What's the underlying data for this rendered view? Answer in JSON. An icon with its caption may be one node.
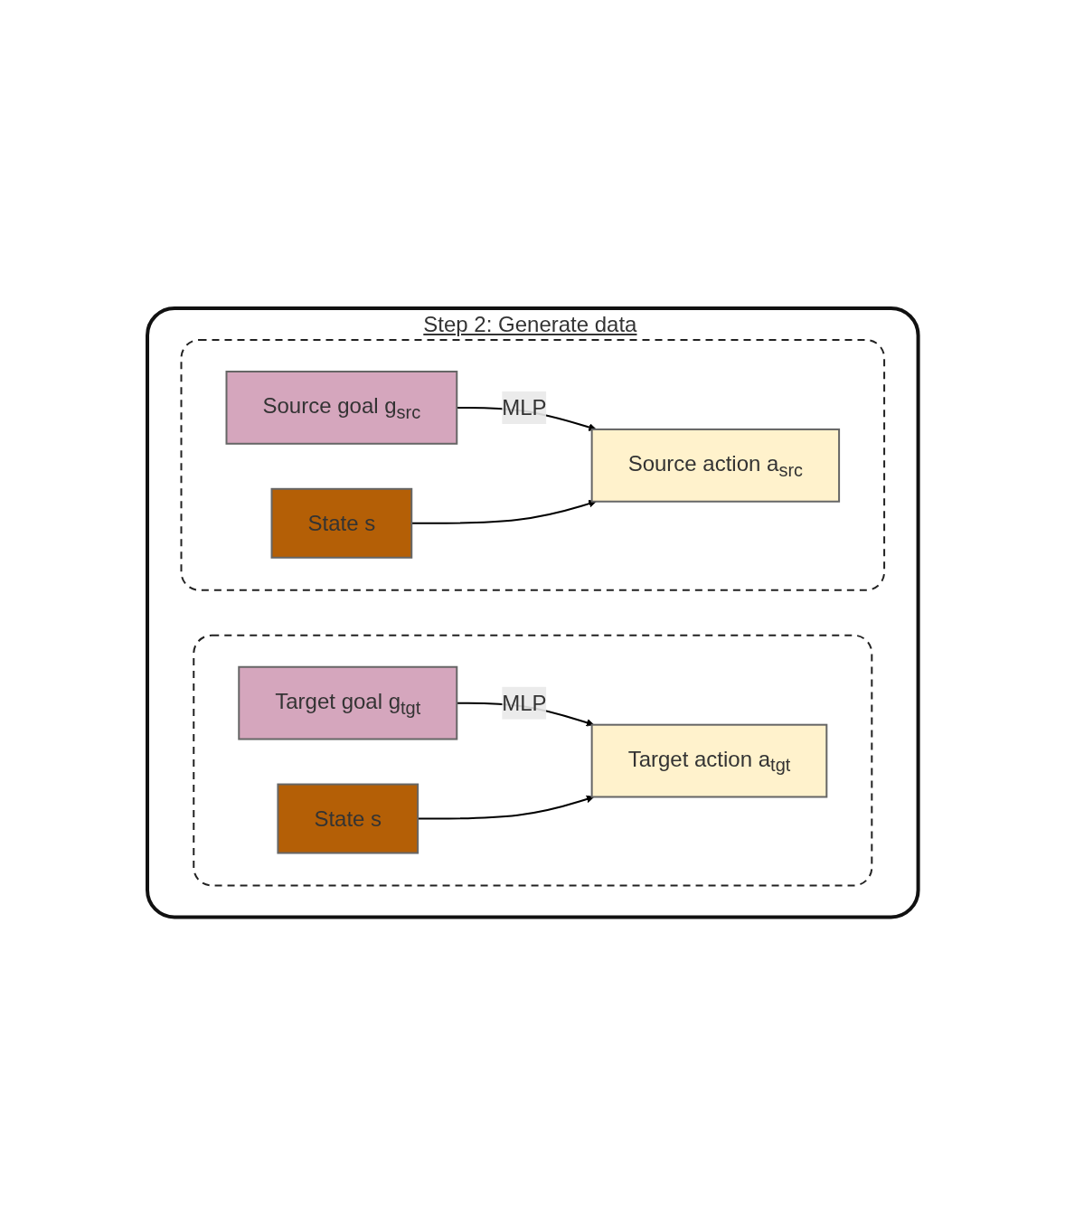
{
  "diagram": {
    "nodes": [
      {
        "text": [
          "Step 2: Generate data"
        ]
      },
      {
        "text": [],
        "shape": "box",
        "in": 0
      },
      {
        "text": [
          "Source goal g$_{src}$"
        ],
        "in": 1
      },
      {
        "text": [
          "State s"
        ],
        "in": 1
      },
      {
        "text": [
          "Source action a$_{src}$"
        ],
        "in": 1
      },
      {
        "text": [],
        "shape": "box",
        "in": 0
      },
      {
        "text": [
          "Target goal g$_{tgt}$"
        ],
        "in": 5
      },
      {
        "text": [
          "State s"
        ],
        "in": 5
      },
      {
        "text": [
          "Target action a$_{tgt}$"
        ],
        "in": 5
      }
    ],
    "edges": [
      {
        "from": 2,
        "to": 4,
        "arrow": "to",
        "label": "MLP"
      },
      {
        "from": 3,
        "to": 4,
        "arrow": "to"
      },
      {
        "from": 6,
        "to": 8,
        "arrow": "to",
        "label": "MLP"
      },
      {
        "from": 7,
        "to": 8,
        "arrow": "to"
      }
    ]
  }
}
